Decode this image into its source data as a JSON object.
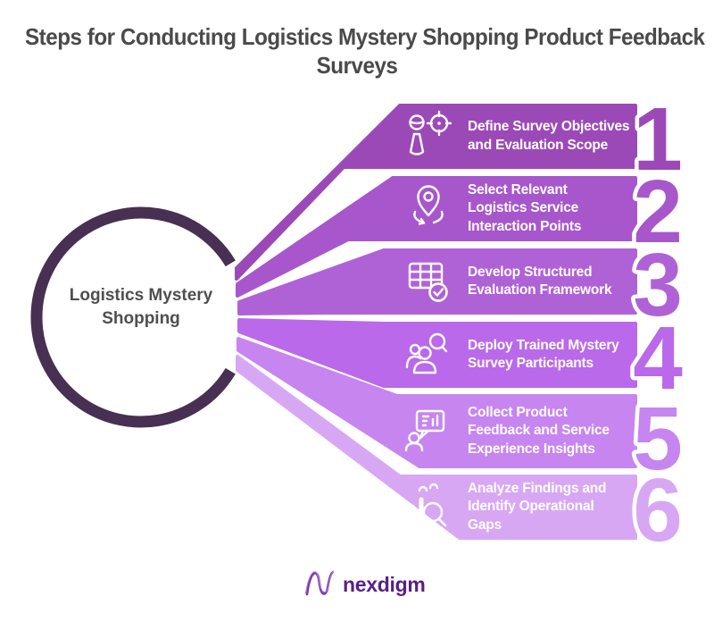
{
  "title": {
    "text": "Steps for Conducting Logistics Mystery Shopping Product Feedback Surveys",
    "lines": [
      "Steps for Conducting Logistics Mystery Shopping Product Feedback",
      "Surveys"
    ]
  },
  "hub": {
    "label": "Logistics Mystery Shopping",
    "lines": [
      "Logistics Mystery",
      "Shopping"
    ],
    "ring_color": "#473052"
  },
  "steps": [
    {
      "number": "1",
      "label": "Define Survey Objectives and Evaluation Scope",
      "lines": [
        "Define Survey Objectives",
        "and Evaluation Scope"
      ],
      "icon": "person-target-icon",
      "color": "#9c49b8"
    },
    {
      "number": "2",
      "label": "Select Relevant Logistics Service Interaction Points",
      "lines": [
        "Select Relevant",
        "Logistics Service",
        "Interaction Points"
      ],
      "icon": "location-pin-refresh-icon",
      "color": "#a757cb"
    },
    {
      "number": "3",
      "label": "Develop Structured Evaluation Framework",
      "lines": [
        "Develop Structured",
        "Evaluation Framework"
      ],
      "icon": "evaluation-table-check-icon",
      "color": "#af62d6"
    },
    {
      "number": "4",
      "label": "Deploy Trained Mystery Survey Participants",
      "lines": [
        "Deploy Trained Mystery",
        "Survey Participants"
      ],
      "icon": "people-magnifier-icon",
      "color": "#b969e9"
    },
    {
      "number": "5",
      "label": "Collect Product Feedback and Service Experience Insights",
      "lines": [
        "Collect Product",
        "Feedback and Service",
        "Experience Insights"
      ],
      "icon": "feedback-bubble-person-icon",
      "color": "#c785f0"
    },
    {
      "number": "6",
      "label": "Analyze Findings and Identify Operational Gaps",
      "lines": [
        "Analyze Findings and",
        "Identify Operational",
        "Gaps"
      ],
      "icon": "chart-magnifier-icon",
      "color": "#d8a7f4"
    }
  ],
  "footer": {
    "brand": "nexdigm",
    "brand_color": "#571f87",
    "mark_color": "#7a35b0"
  }
}
